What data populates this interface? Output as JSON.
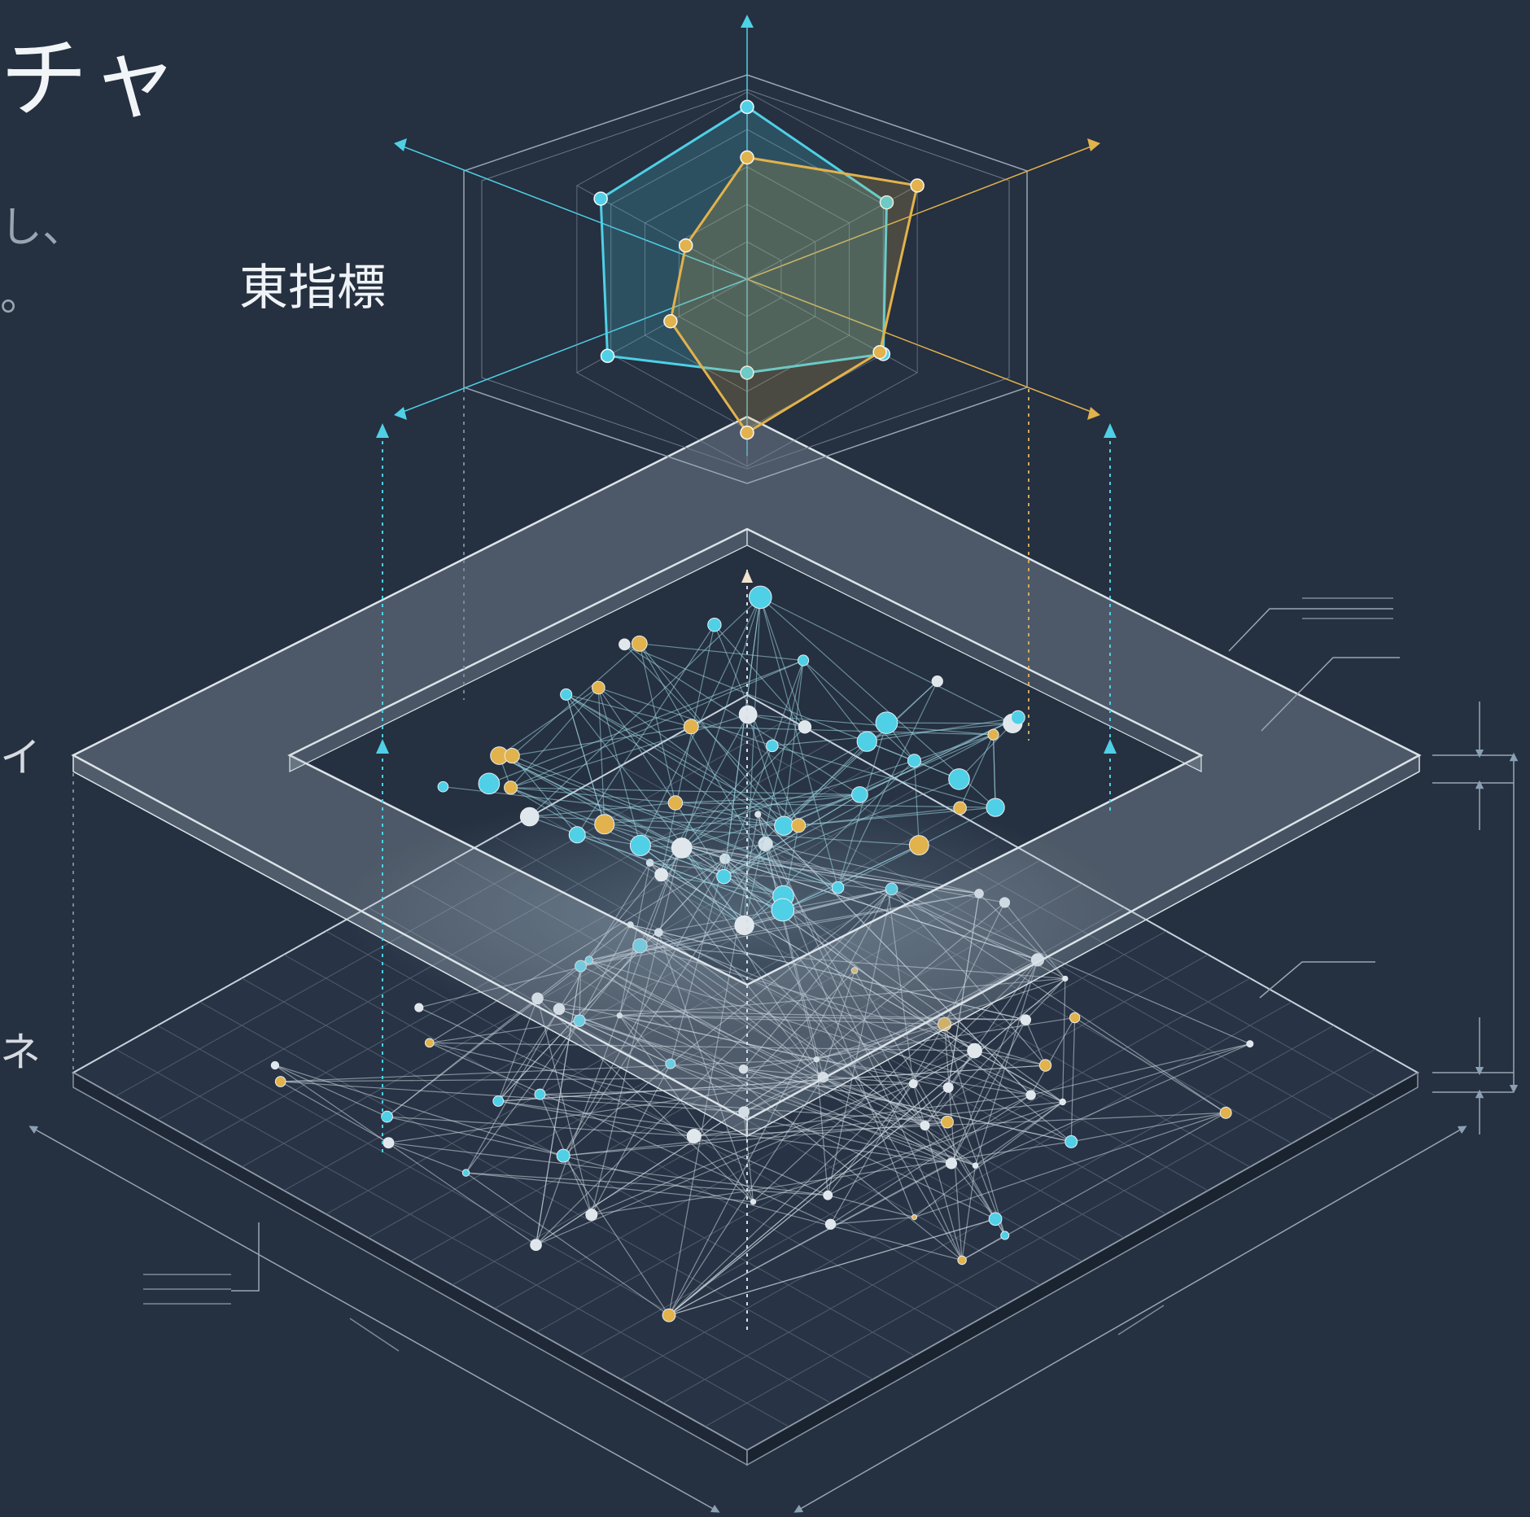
{
  "texts": {
    "title_fragment": "チャ",
    "line1_fragment": "し、",
    "line2_fragment": "。",
    "radar_label": "東指標",
    "edge_fragment_1": "イ",
    "edge_fragment_2": "ネ"
  },
  "radar": {
    "axes": 6,
    "rings": 5,
    "series": [
      {
        "color": "#4fd0e6",
        "values": [
          0.92,
          0.82,
          0.8,
          0.5,
          0.82,
          0.86
        ]
      },
      {
        "color": "#e2b24c",
        "values": [
          0.65,
          1.0,
          0.78,
          0.82,
          0.45,
          0.36
        ]
      }
    ]
  },
  "colors": {
    "background": "#253040",
    "cyan": "#4fd0e6",
    "amber": "#e2b24c",
    "line": "#c8d2dc"
  }
}
